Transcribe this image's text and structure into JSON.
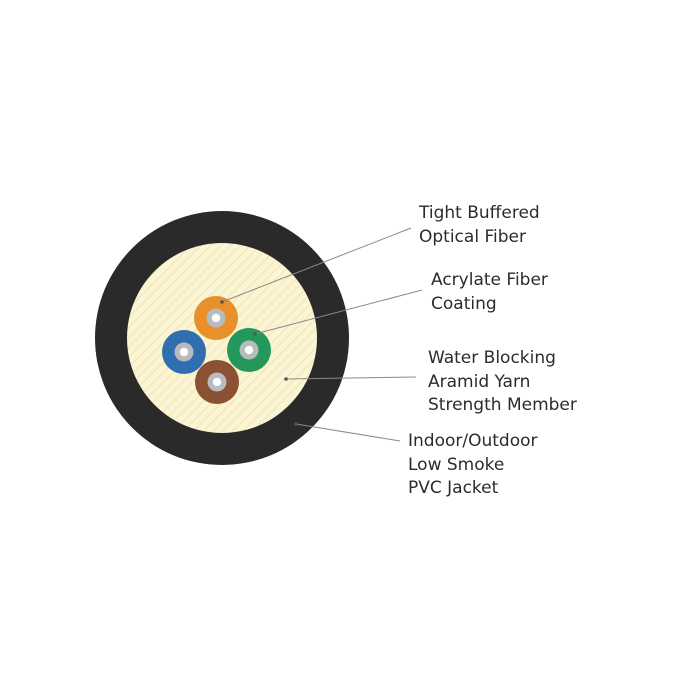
{
  "colors": {
    "jacket": "#2a2a2a",
    "yarn": "#fbf5d6",
    "yarn_hatch": "#f1e6ad",
    "fiber_orange": "#e8902a",
    "fiber_blue": "#2f6fb0",
    "fiber_green": "#23985a",
    "fiber_brown": "#8a5233",
    "buffer_gray": "#b8bcc0",
    "core_white": "#ffffff",
    "leader_line": "#8a8a8a",
    "text": "#2b2b2b"
  },
  "fibers": [
    {
      "name": "fiber-orange",
      "color_key": "fiber_orange"
    },
    {
      "name": "fiber-blue",
      "color_key": "fiber_blue"
    },
    {
      "name": "fiber-green",
      "color_key": "fiber_green"
    },
    {
      "name": "fiber-brown",
      "color_key": "fiber_brown"
    }
  ],
  "labels": {
    "tight_buffered": {
      "line1": "Tight Buffered",
      "line2": "Optical Fiber"
    },
    "acrylate": {
      "line1": "Acrylate Fiber",
      "line2": "Coating"
    },
    "water_blocking": {
      "line1": "Water Blocking",
      "line2": "Aramid Yarn",
      "line3": "Strength Member"
    },
    "jacket": {
      "line1": "Indoor/Outdoor",
      "line2": "Low Smoke",
      "line3": "PVC Jacket"
    }
  }
}
